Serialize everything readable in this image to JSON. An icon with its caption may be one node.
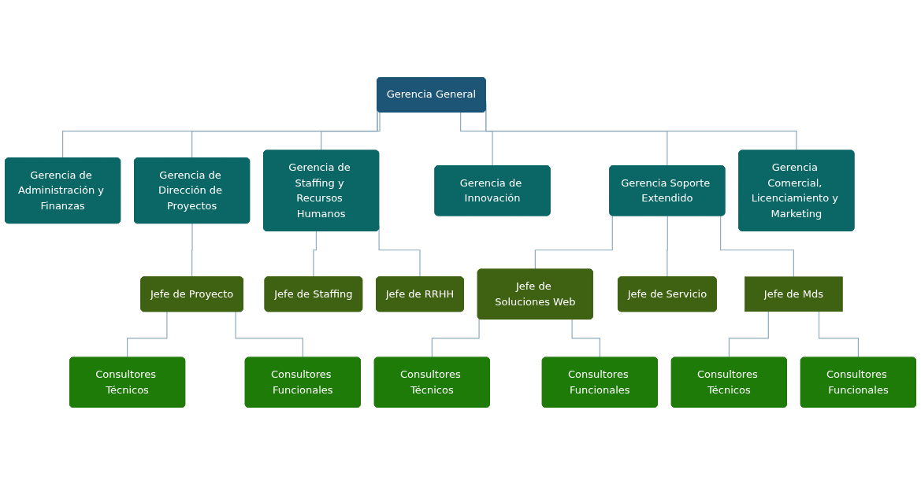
{
  "diagram": {
    "nodes": [
      {
        "text": [
          "Gerencia General"
        ]
      },
      {
        "text": [
          "Gerencia de Administración y Finanzas"
        ]
      },
      {
        "text": [
          "Gerencia de Dirección de Proyectos"
        ]
      },
      {
        "text": [
          "Gerencia de Staffing y Recursos Humanos"
        ]
      },
      {
        "text": [
          "Gerencia de Innovación"
        ]
      },
      {
        "text": [
          "Gerencia Soporte Extendido"
        ]
      },
      {
        "text": [
          "Gerencia Comercial, Licenciamiento y Marketing"
        ]
      },
      {
        "text": [
          "Jefe de Proyecto"
        ]
      },
      {
        "text": [
          "Consultores Técnicos"
        ]
      },
      {
        "text": [
          "Consultores Funcionales"
        ]
      },
      {
        "text": [
          "Jefe de Staffing"
        ]
      },
      {
        "text": [
          "Jefe de RRHH"
        ]
      },
      {
        "text": [
          "Jefe de Soluciones Web"
        ]
      },
      {
        "text": [
          "Consultores Técnicos"
        ]
      },
      {
        "text": [
          "Consultores Funcionales"
        ]
      },
      {
        "text": [
          "Jefe de Servicio"
        ]
      },
      {
        "text": [
          "Jefe de Mds"
        ]
      },
      {
        "text": [
          "Consultores Técnicos"
        ]
      },
      {
        "text": [
          "Consultores Funcionales"
        ]
      }
    ],
    "edges": [
      {
        "from": 0,
        "to": 1,
        "arrow": "none"
      },
      {
        "from": 0,
        "to": 2,
        "arrow": "none"
      },
      {
        "from": 0,
        "to": 3,
        "arrow": "none"
      },
      {
        "from": 0,
        "to": 4,
        "arrow": "none"
      },
      {
        "from": 0,
        "to": 5,
        "arrow": "none"
      },
      {
        "from": 0,
        "to": 6,
        "arrow": "none"
      },
      {
        "from": 2,
        "to": 7,
        "arrow": "none"
      },
      {
        "from": 7,
        "to": 8,
        "arrow": "none"
      },
      {
        "from": 7,
        "to": 9,
        "arrow": "none"
      },
      {
        "from": 3,
        "to": 10,
        "arrow": "none"
      },
      {
        "from": 3,
        "to": 11,
        "arrow": "none"
      },
      {
        "from": 5,
        "to": 12,
        "arrow": "none"
      },
      {
        "from": 5,
        "to": 15,
        "arrow": "none"
      },
      {
        "from": 5,
        "to": 16,
        "arrow": "none"
      },
      {
        "from": 12,
        "to": 13,
        "arrow": "none"
      },
      {
        "from": 12,
        "to": 14,
        "arrow": "none"
      },
      {
        "from": 16,
        "to": 17,
        "arrow": "none"
      },
      {
        "from": 16,
        "to": 18,
        "arrow": "none"
      }
    ]
  }
}
